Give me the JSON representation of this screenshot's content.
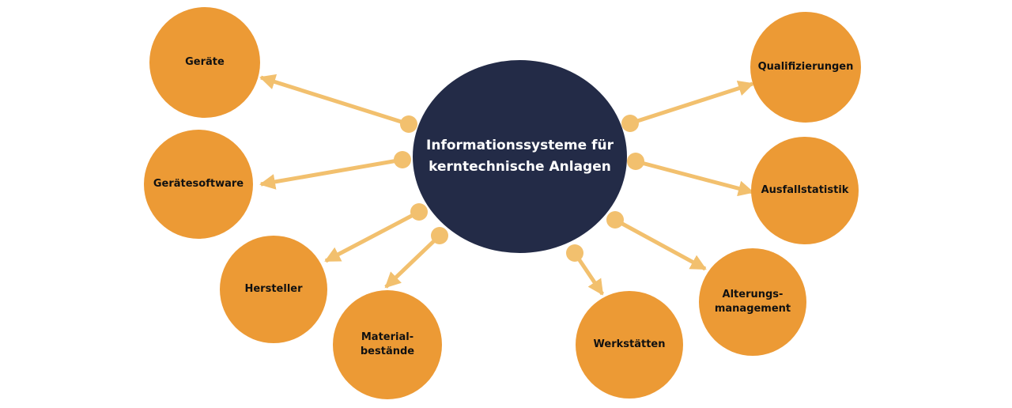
{
  "colors": {
    "node": "#EC9A35",
    "connector": "#F2C06E",
    "center": "#232B47"
  },
  "center": {
    "label": "Informationssysteme für\nkerntechnische Anlagen"
  },
  "nodes": [
    {
      "label": "Geräte"
    },
    {
      "label": "Gerätesoftware"
    },
    {
      "label": "Hersteller"
    },
    {
      "label": "Material-\nbestände"
    },
    {
      "label": "Werkstätten"
    },
    {
      "label": "Alterungs-\nmanagement"
    },
    {
      "label": "Ausfallstatistik"
    },
    {
      "label": "Qualifizierungen"
    }
  ]
}
